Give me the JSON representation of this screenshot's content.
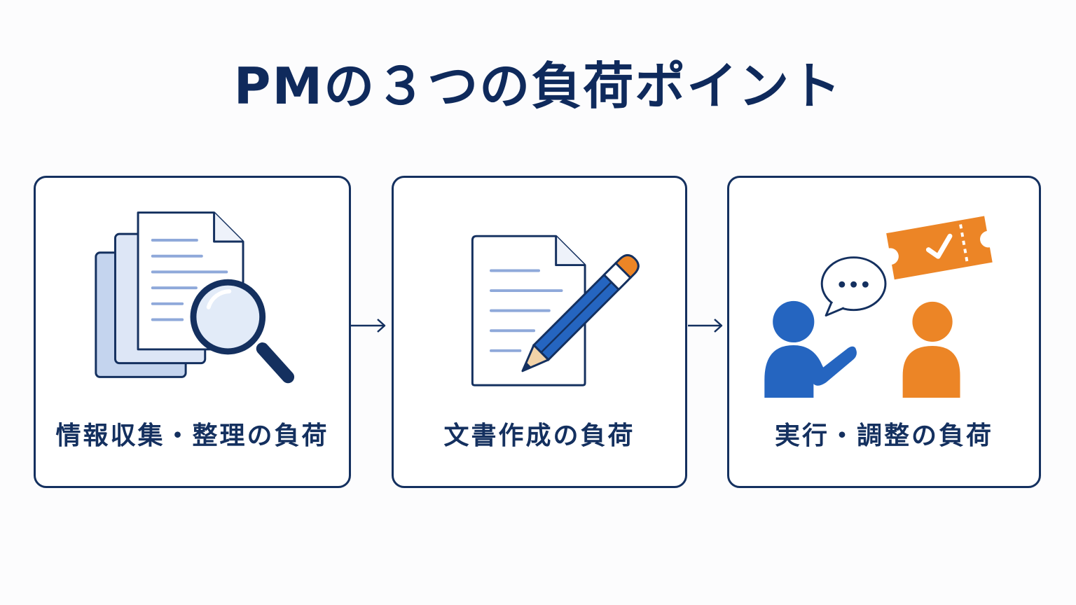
{
  "title": "PMの３つの負荷ポイント",
  "steps": [
    {
      "label": "情報収集・整理の負荷",
      "icon": "documents-magnifier-icon"
    },
    {
      "label": "文書作成の負荷",
      "icon": "document-pencil-icon"
    },
    {
      "label": "実行・調整の負荷",
      "icon": "people-conversation-ticket-icon"
    }
  ],
  "colors": {
    "navy": "#14305f",
    "blue": "#2565c0",
    "light_blue": "#c4d4ee",
    "orange": "#ec8526",
    "line_blue": "#8fa9da"
  }
}
